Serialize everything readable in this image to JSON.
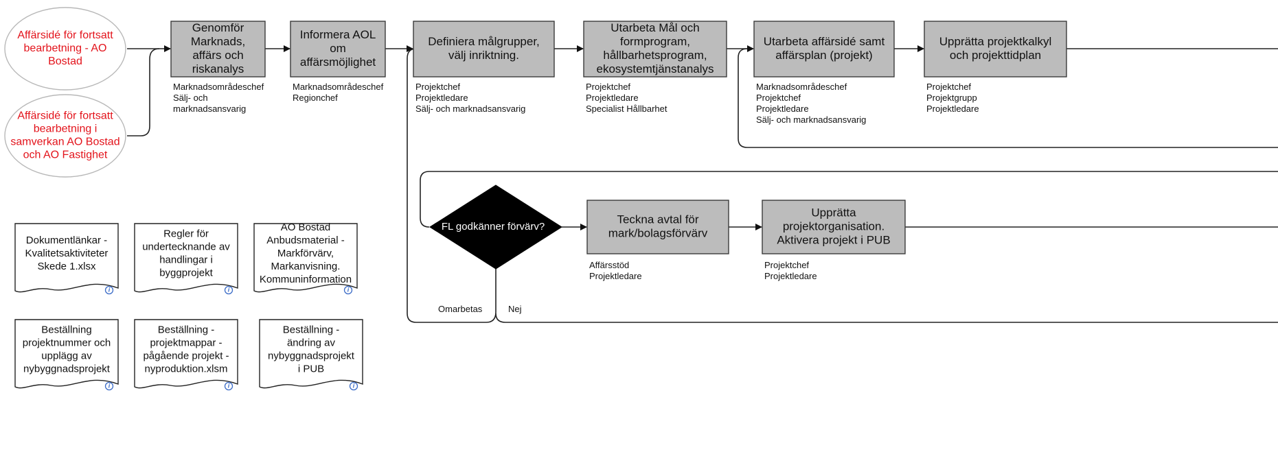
{
  "start_events": [
    {
      "id": "start1",
      "lines": [
        "Affärsidé för fortsatt",
        "bearbetning - AO",
        "Bostad"
      ]
    },
    {
      "id": "start2",
      "lines": [
        "Affärsidé för fortsatt",
        "bearbetning i",
        "samverkan AO Bostad",
        "och AO Fastighet"
      ]
    }
  ],
  "process_steps": [
    {
      "id": "s1",
      "lines": [
        "Genomför",
        "Marknads,",
        "affärs och",
        "riskanalys"
      ],
      "roles": [
        "Marknadsområdeschef",
        "Sälj- och",
        "marknadsansvarig"
      ]
    },
    {
      "id": "s2",
      "lines": [
        "Informera AOL",
        "om",
        "affärsmöjlighet"
      ],
      "roles": [
        "Marknadsområdeschef",
        "Regionchef"
      ]
    },
    {
      "id": "s3",
      "lines": [
        "Definiera målgrupper,",
        "välj inriktning."
      ],
      "roles": [
        "Projektchef",
        "Projektledare",
        "Sälj- och marknadsansvarig"
      ]
    },
    {
      "id": "s4",
      "lines": [
        "Utarbeta Mål och",
        "formprogram,",
        "hållbarhetsprogram,",
        "ekosystemtjänstanalys"
      ],
      "roles": [
        "Projektchef",
        "Projektledare",
        "Specialist Hållbarhet"
      ]
    },
    {
      "id": "s5",
      "lines": [
        "Utarbeta affärsidé samt",
        "affärsplan (projekt)"
      ],
      "roles": [
        "Marknadsområdeschef",
        "Projektchef",
        "Projektledare",
        "Sälj- och marknadsansvarig"
      ]
    },
    {
      "id": "s6",
      "lines": [
        "Upprätta projektkalkyl",
        "och projekttidplan"
      ],
      "roles": [
        "Projektchef",
        "Projektgrupp",
        "Projektledare"
      ]
    },
    {
      "id": "s7",
      "lines": [
        "Teckna avtal för",
        "mark/bolagsförvärv"
      ],
      "roles": [
        "Affärsstöd",
        "Projektledare"
      ]
    },
    {
      "id": "s8",
      "lines": [
        "Upprätta",
        "projektorganisation.",
        "Aktivera projekt i PUB"
      ],
      "roles": [
        "Projektchef",
        "Projektledare"
      ]
    }
  ],
  "decision": {
    "label": "FL godkänner förvärv?",
    "branch_rework": "Omarbetas",
    "branch_no": "Nej"
  },
  "documents": [
    {
      "id": "d1",
      "lines": [
        "Dokumentlänkar -",
        "Kvalitetsaktiviteter",
        "Skede 1.xlsx"
      ]
    },
    {
      "id": "d2",
      "lines": [
        "Regler för",
        "undertecknande av",
        "handlingar i",
        "byggprojekt"
      ]
    },
    {
      "id": "d3",
      "lines": [
        "AO Bostad",
        "Anbudsmaterial -",
        "Markförvärv,",
        "Markanvisning.",
        "Kommuninformation"
      ]
    },
    {
      "id": "d4",
      "lines": [
        "Beställning",
        "projektnummer och",
        "upplägg av",
        "nybyggnadsprojekt"
      ]
    },
    {
      "id": "d5",
      "lines": [
        "Beställning -",
        "projektmappar -",
        "pågående projekt -",
        "nyproduktion.xlsm"
      ]
    },
    {
      "id": "d6",
      "lines": [
        "Beställning -",
        "ändring av",
        "nybyggnadsprojekt",
        "i PUB"
      ]
    }
  ],
  "colors": {
    "task_fill": "#bcbcbc",
    "start_text": "#e3131b",
    "decision_fill": "#000000",
    "info_icon": "#3a6bc7"
  },
  "icons": {
    "document_link": "info-icon"
  }
}
